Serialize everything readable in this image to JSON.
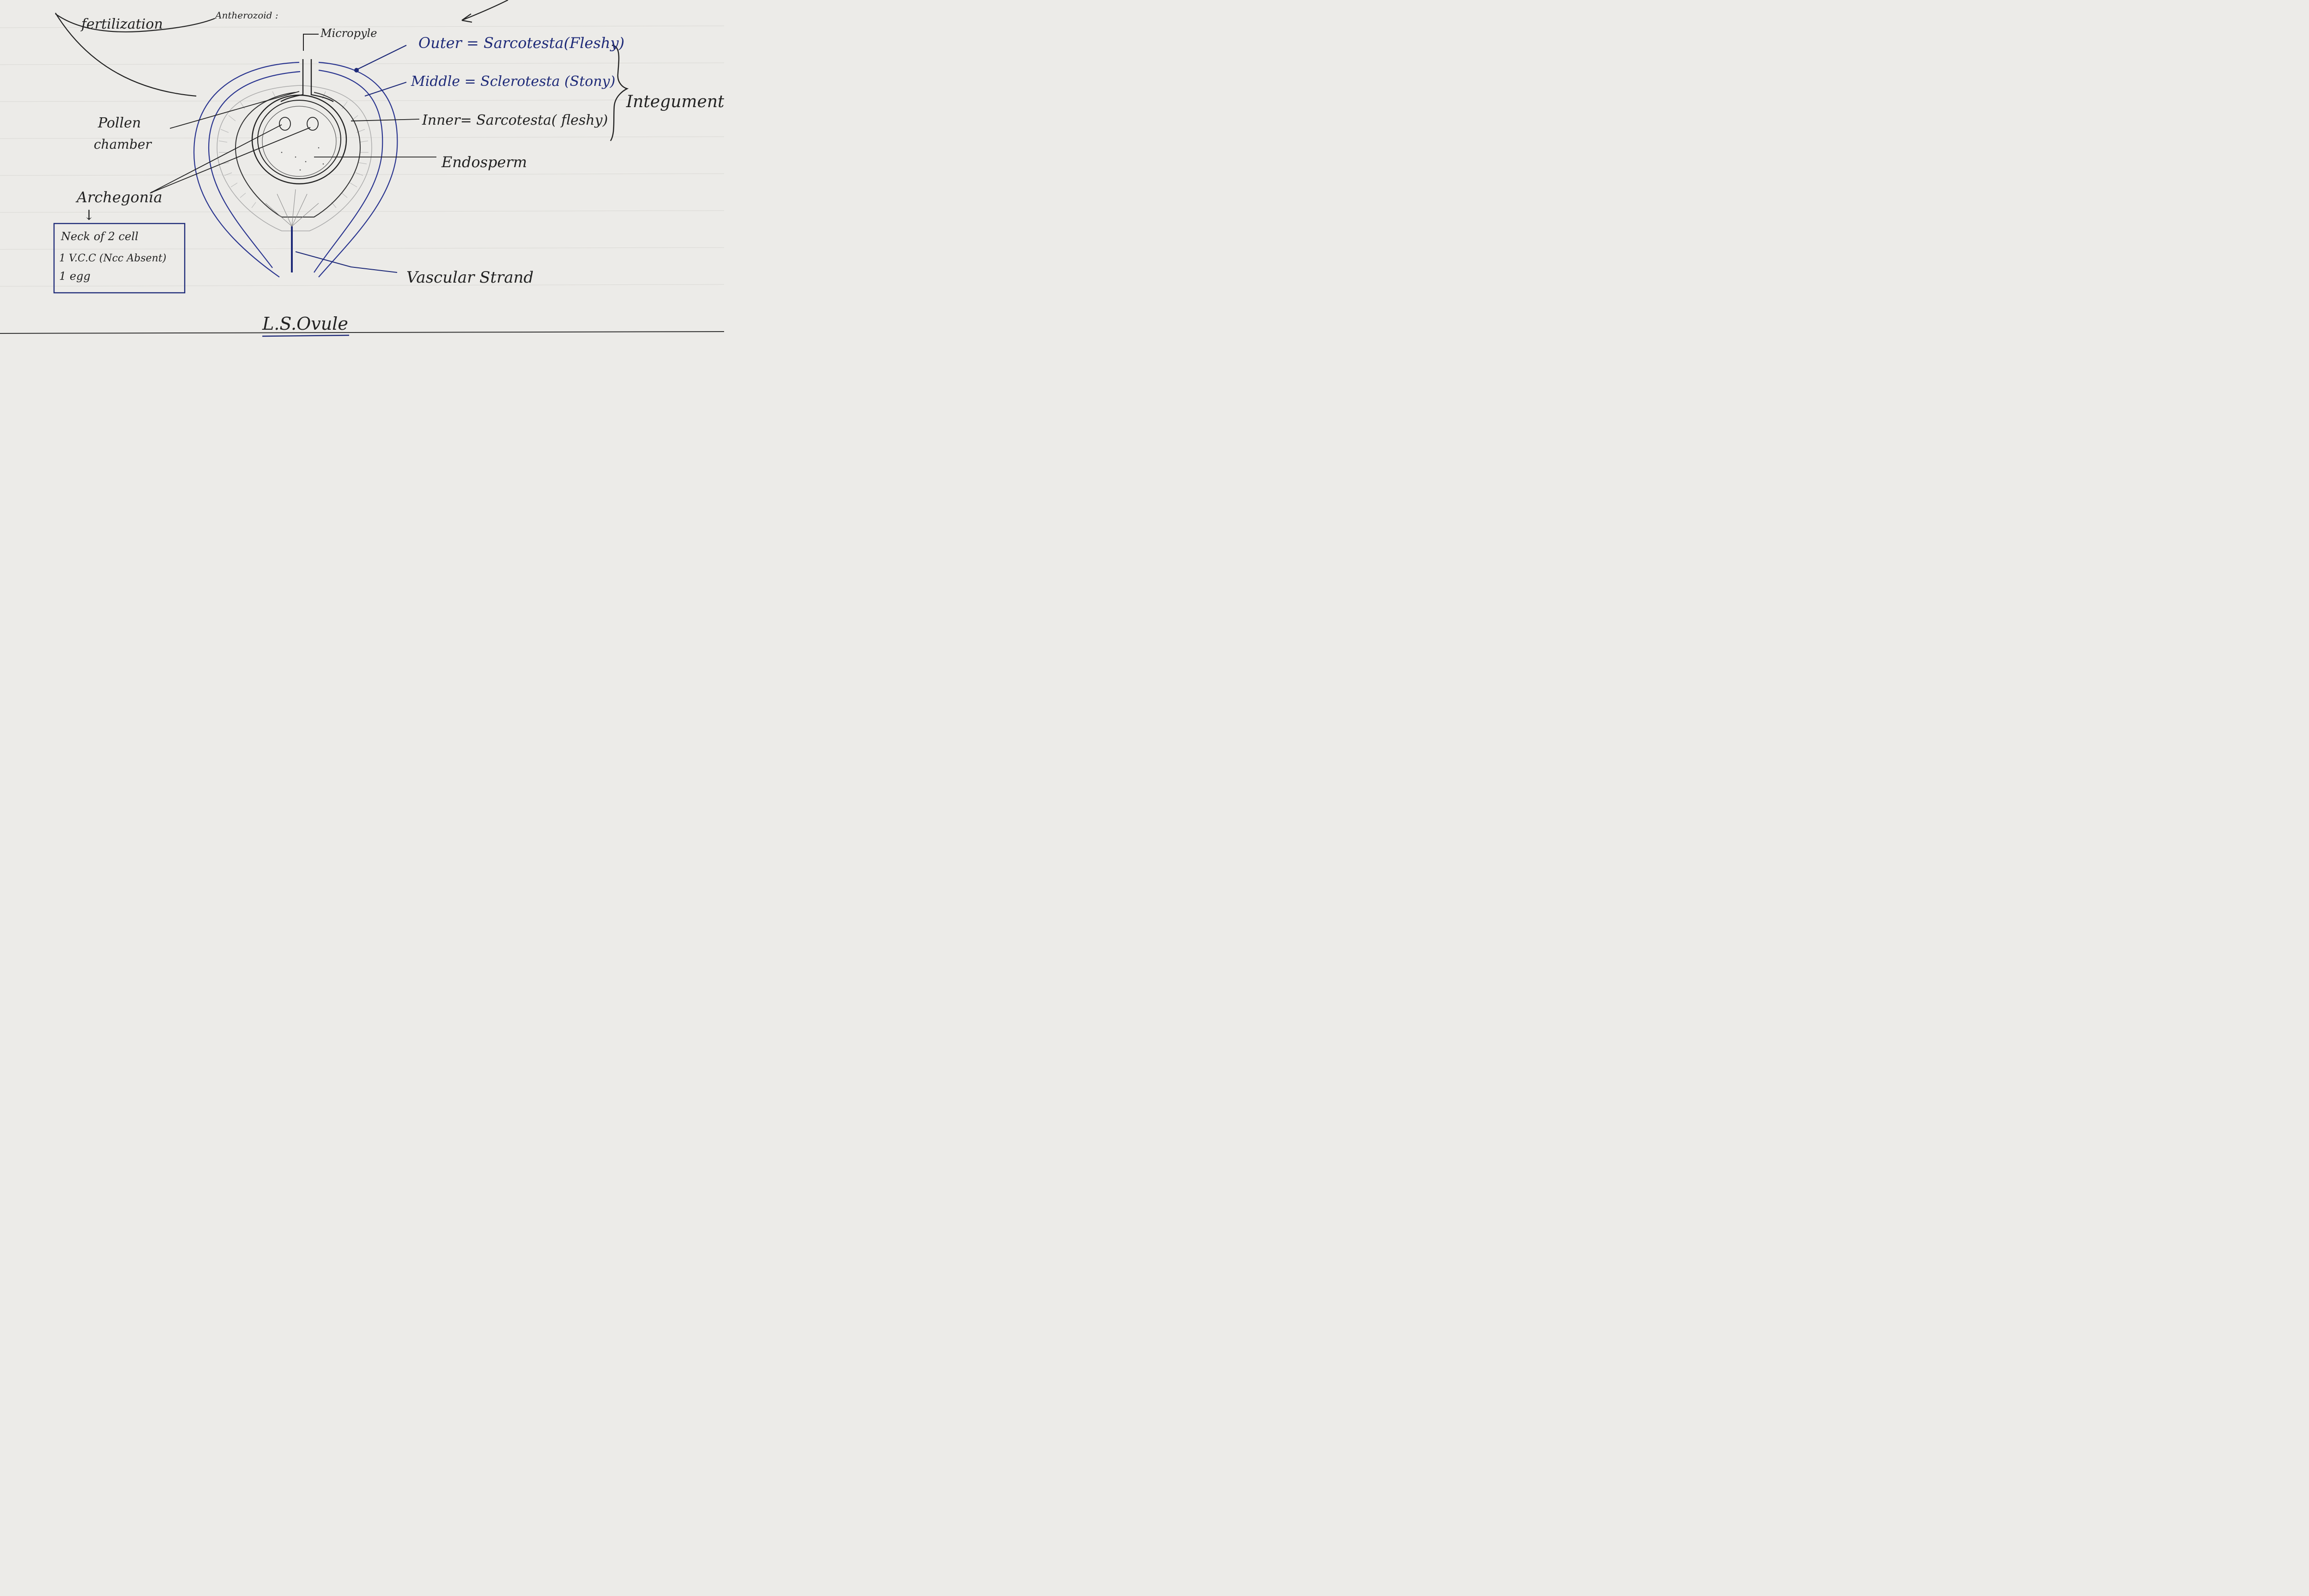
{
  "title": "L.S.Ovule",
  "top_labels": {
    "fertilization": "fertilization",
    "antherozoid": "Antherozoid :"
  },
  "labels": {
    "micropyle": "Micropyle",
    "outer": "Outer = Sarcotesta(Fleshy)",
    "middle": "Middle = Sclerotesta (Stony)",
    "inner": "Inner= Sarcotesta( fleshy)",
    "integument": "Integument",
    "endosperm": "Endosperm",
    "pollen_chamber_line1": "Pollen",
    "pollen_chamber_line2": "chamber",
    "archegonia": "Archegonia",
    "arrow": "↓",
    "vascular_strand": "Vascular Strand"
  },
  "archegonia_box": {
    "line1": "Neck of 2 cell",
    "line2": "1 V.C.C (Ncc Absent)",
    "line3": "1 egg"
  },
  "colors": {
    "paper": "#ecebe8",
    "pencil": "#222222",
    "blue_ink": "#1e2a78",
    "grey_shade": "#9a9a9a"
  }
}
